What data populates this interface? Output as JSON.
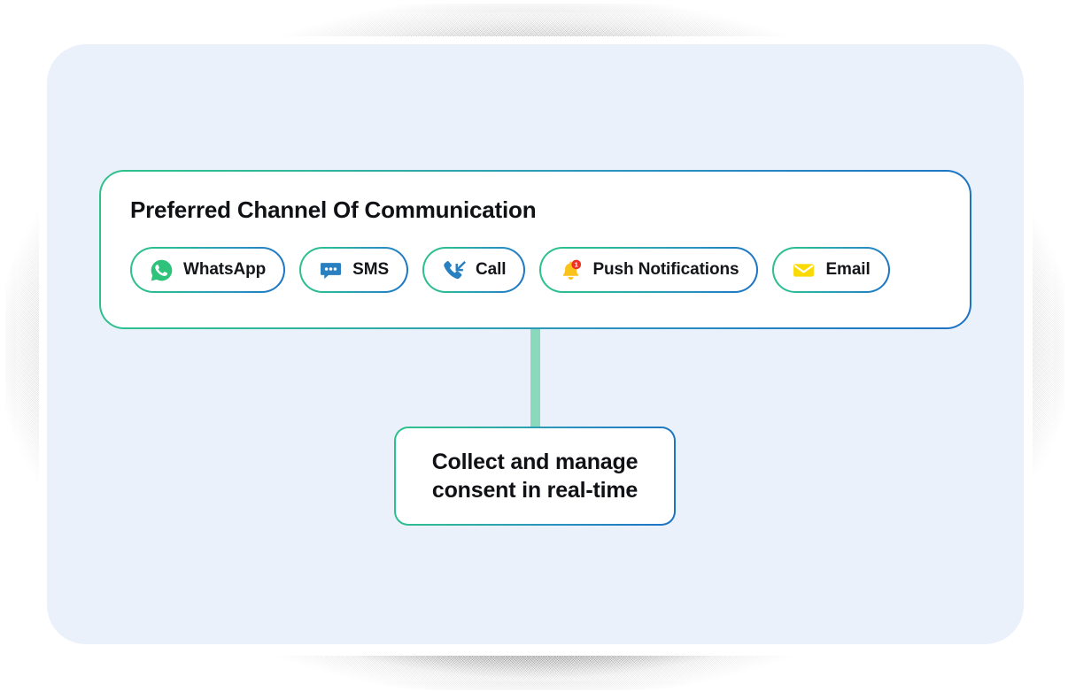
{
  "panel": {
    "background_color": "#eaf1fb",
    "border_radius": "44px"
  },
  "card": {
    "title": "Preferred Channel Of Communication",
    "border_gradient_from": "#2ec28a",
    "border_gradient_to": "#1c72c4",
    "channels": [
      {
        "label": "WhatsApp",
        "icon": "whatsapp-icon",
        "icon_color": "#2ec27a"
      },
      {
        "label": "SMS",
        "icon": "sms-chat-bubble-icon",
        "icon_color": "#2a7fc0"
      },
      {
        "label": "Call",
        "icon": "incoming-call-icon",
        "icon_color": "#2a7fc0"
      },
      {
        "label": "Push Notifications",
        "icon": "bell-notification-icon",
        "icon_color": "#fbc21b",
        "badge": "1",
        "badge_color": "#ee3124"
      },
      {
        "label": "Email",
        "icon": "envelope-icon",
        "icon_color": "#fada00"
      }
    ]
  },
  "connector": {
    "color": "#8bd9bc"
  },
  "callout": {
    "text": "Collect and manage\nconsent in real-time",
    "border_gradient_from": "#2ec28a",
    "border_gradient_to": "#1c72c4"
  }
}
